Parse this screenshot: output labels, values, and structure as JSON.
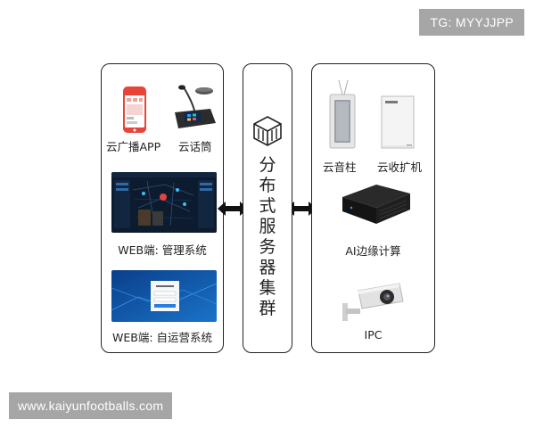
{
  "watermark_tg": "TG: MYYJJPP",
  "watermark_site": "www.kaiyunfootballs.com",
  "left": {
    "app_label": "云广播APP",
    "mic_label": "云话筒",
    "web_admin_label": "WEB端: 管理系统",
    "web_ops_label": "WEB端: 自运营系统"
  },
  "center": {
    "chars": [
      "分",
      "布",
      "式",
      "服",
      "务",
      "器",
      "集",
      "群"
    ]
  },
  "right": {
    "column_label": "云音柱",
    "amp_label": "云收扩机",
    "ai_label": "AI边缘计算",
    "ipc_label": "IPC"
  },
  "icons": {
    "logo": "cube-logo-icon",
    "arrow": "double-arrow-icon",
    "phone": "phone-icon",
    "mic": "desktop-microphone-icon",
    "speaker": "column-speaker-icon",
    "amp": "amplifier-icon",
    "edge": "edge-computer-icon",
    "camera": "ip-camera-icon"
  }
}
